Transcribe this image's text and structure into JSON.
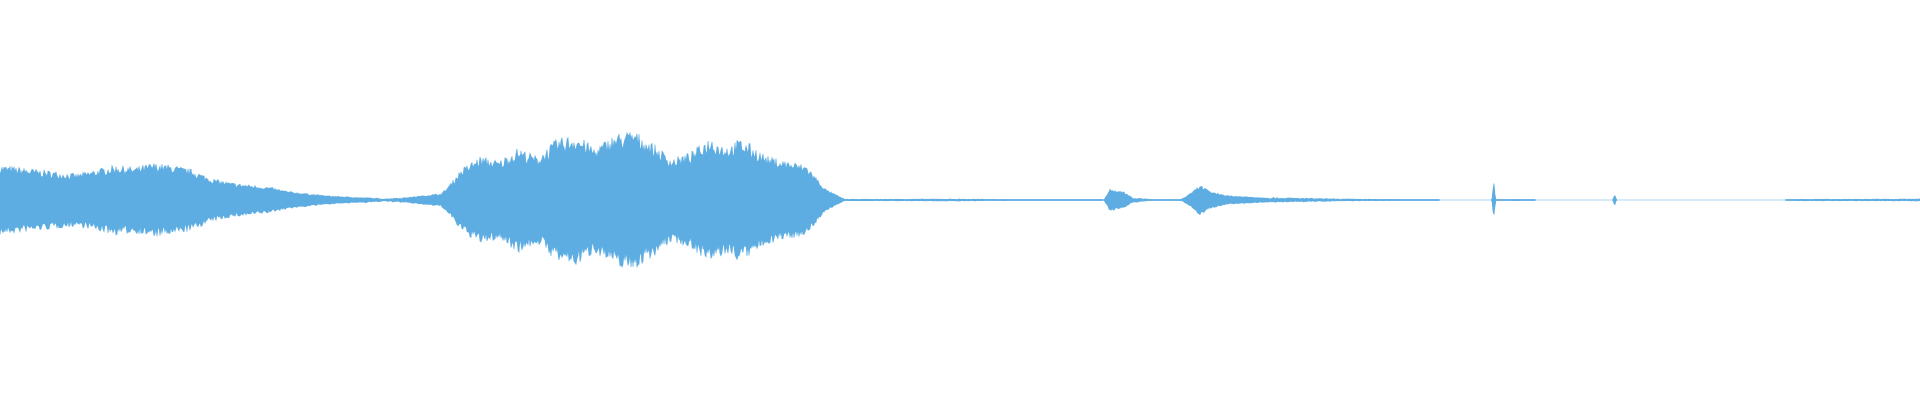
{
  "waveform": {
    "color": "#5dade2",
    "channels": 1,
    "amplitude_envelope": [
      [
        0.0,
        0.16
      ],
      [
        0.02,
        0.14
      ],
      [
        0.04,
        0.12
      ],
      [
        0.05,
        0.14
      ],
      [
        0.06,
        0.16
      ],
      [
        0.07,
        0.15
      ],
      [
        0.08,
        0.17
      ],
      [
        0.09,
        0.16
      ],
      [
        0.1,
        0.14
      ],
      [
        0.11,
        0.1
      ],
      [
        0.12,
        0.08
      ],
      [
        0.13,
        0.07
      ],
      [
        0.14,
        0.06
      ],
      [
        0.15,
        0.04
      ],
      [
        0.16,
        0.03
      ],
      [
        0.17,
        0.02
      ],
      [
        0.19,
        0.01
      ],
      [
        0.2,
        0.005
      ],
      [
        0.21,
        0.01
      ],
      [
        0.22,
        0.02
      ],
      [
        0.23,
        0.03
      ],
      [
        0.235,
        0.08
      ],
      [
        0.24,
        0.14
      ],
      [
        0.25,
        0.2
      ],
      [
        0.26,
        0.18
      ],
      [
        0.27,
        0.24
      ],
      [
        0.28,
        0.2
      ],
      [
        0.29,
        0.28
      ],
      [
        0.3,
        0.3
      ],
      [
        0.31,
        0.24
      ],
      [
        0.32,
        0.3
      ],
      [
        0.33,
        0.32
      ],
      [
        0.34,
        0.26
      ],
      [
        0.35,
        0.19
      ],
      [
        0.36,
        0.22
      ],
      [
        0.37,
        0.29
      ],
      [
        0.375,
        0.26
      ],
      [
        0.38,
        0.25
      ],
      [
        0.385,
        0.28
      ],
      [
        0.39,
        0.26
      ],
      [
        0.4,
        0.2
      ],
      [
        0.41,
        0.18
      ],
      [
        0.42,
        0.16
      ],
      [
        0.43,
        0.05
      ],
      [
        0.44,
        0.003
      ],
      [
        0.5,
        0.004
      ],
      [
        0.53,
        0.002
      ],
      [
        0.575,
        0.0
      ],
      [
        0.578,
        0.05
      ],
      [
        0.585,
        0.04
      ],
      [
        0.59,
        0.01
      ],
      [
        0.6,
        0.002
      ],
      [
        0.615,
        0.002
      ],
      [
        0.62,
        0.03
      ],
      [
        0.625,
        0.07
      ],
      [
        0.63,
        0.04
      ],
      [
        0.64,
        0.02
      ],
      [
        0.66,
        0.01
      ],
      [
        0.7,
        0.004
      ],
      [
        0.735,
        0.002
      ],
      [
        0.75,
        0.0
      ],
      [
        0.777,
        0.0
      ],
      [
        0.778,
        0.09
      ],
      [
        0.779,
        0.0
      ],
      [
        0.79,
        0.003
      ],
      [
        0.8,
        0.0
      ],
      [
        0.84,
        0.0
      ],
      [
        0.841,
        0.03
      ],
      [
        0.842,
        0.0
      ],
      [
        0.93,
        0.0
      ],
      [
        0.935,
        0.003
      ],
      [
        1.0,
        0.004
      ]
    ]
  }
}
